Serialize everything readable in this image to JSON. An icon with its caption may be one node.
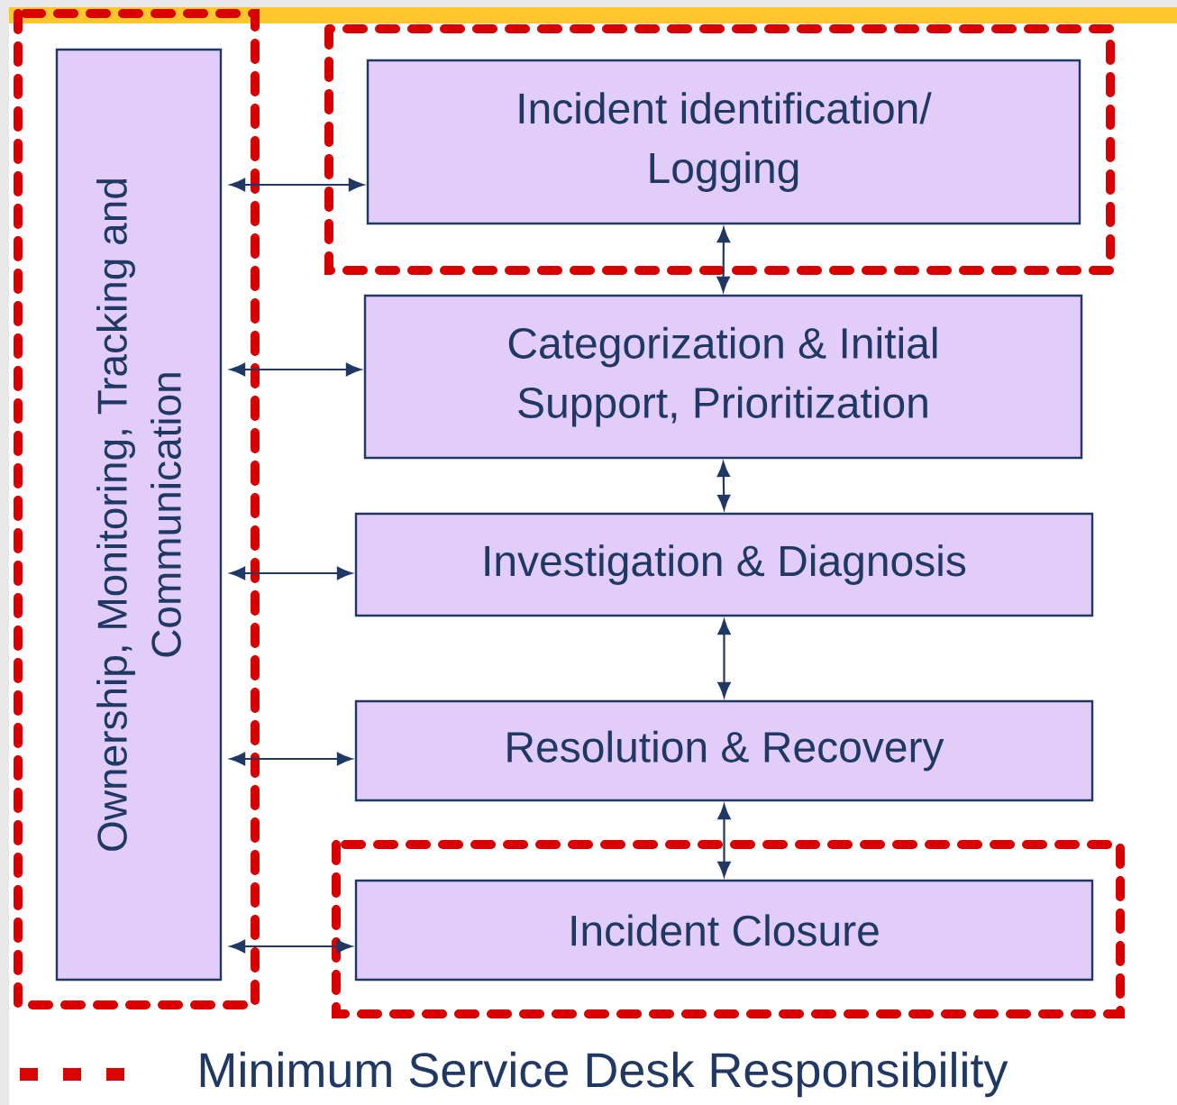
{
  "diagram": {
    "nodes": [
      {
        "text": [
          "Ownership, Monitoring, Tracking and Communication"
        ]
      },
      {
        "text": [
          "Incident identification/ Logging"
        ]
      },
      {
        "text": [
          "Categorization & Initial Support, Prioritization"
        ]
      },
      {
        "text": [
          "Investigation & Diagnosis"
        ]
      },
      {
        "text": [
          "Resolution & Recovery"
        ]
      },
      {
        "text": [
          "Incident Closure"
        ]
      }
    ],
    "edges": [
      {
        "from": 0,
        "to": 1,
        "arrow": "both"
      },
      {
        "from": 0,
        "to": 2,
        "arrow": "both"
      },
      {
        "from": 0,
        "to": 3,
        "arrow": "both"
      },
      {
        "from": 0,
        "to": 4,
        "arrow": "both"
      },
      {
        "from": 0,
        "to": 5,
        "arrow": "both"
      },
      {
        "from": 1,
        "to": 2,
        "arrow": "both"
      },
      {
        "from": 2,
        "to": 3,
        "arrow": "both"
      },
      {
        "from": 3,
        "to": 4,
        "arrow": "both"
      },
      {
        "from": 4,
        "to": 5,
        "arrow": "both"
      }
    ],
    "legend": [
      {
        "text": "Minimum Service Desk Responsibility"
      }
    ]
  }
}
